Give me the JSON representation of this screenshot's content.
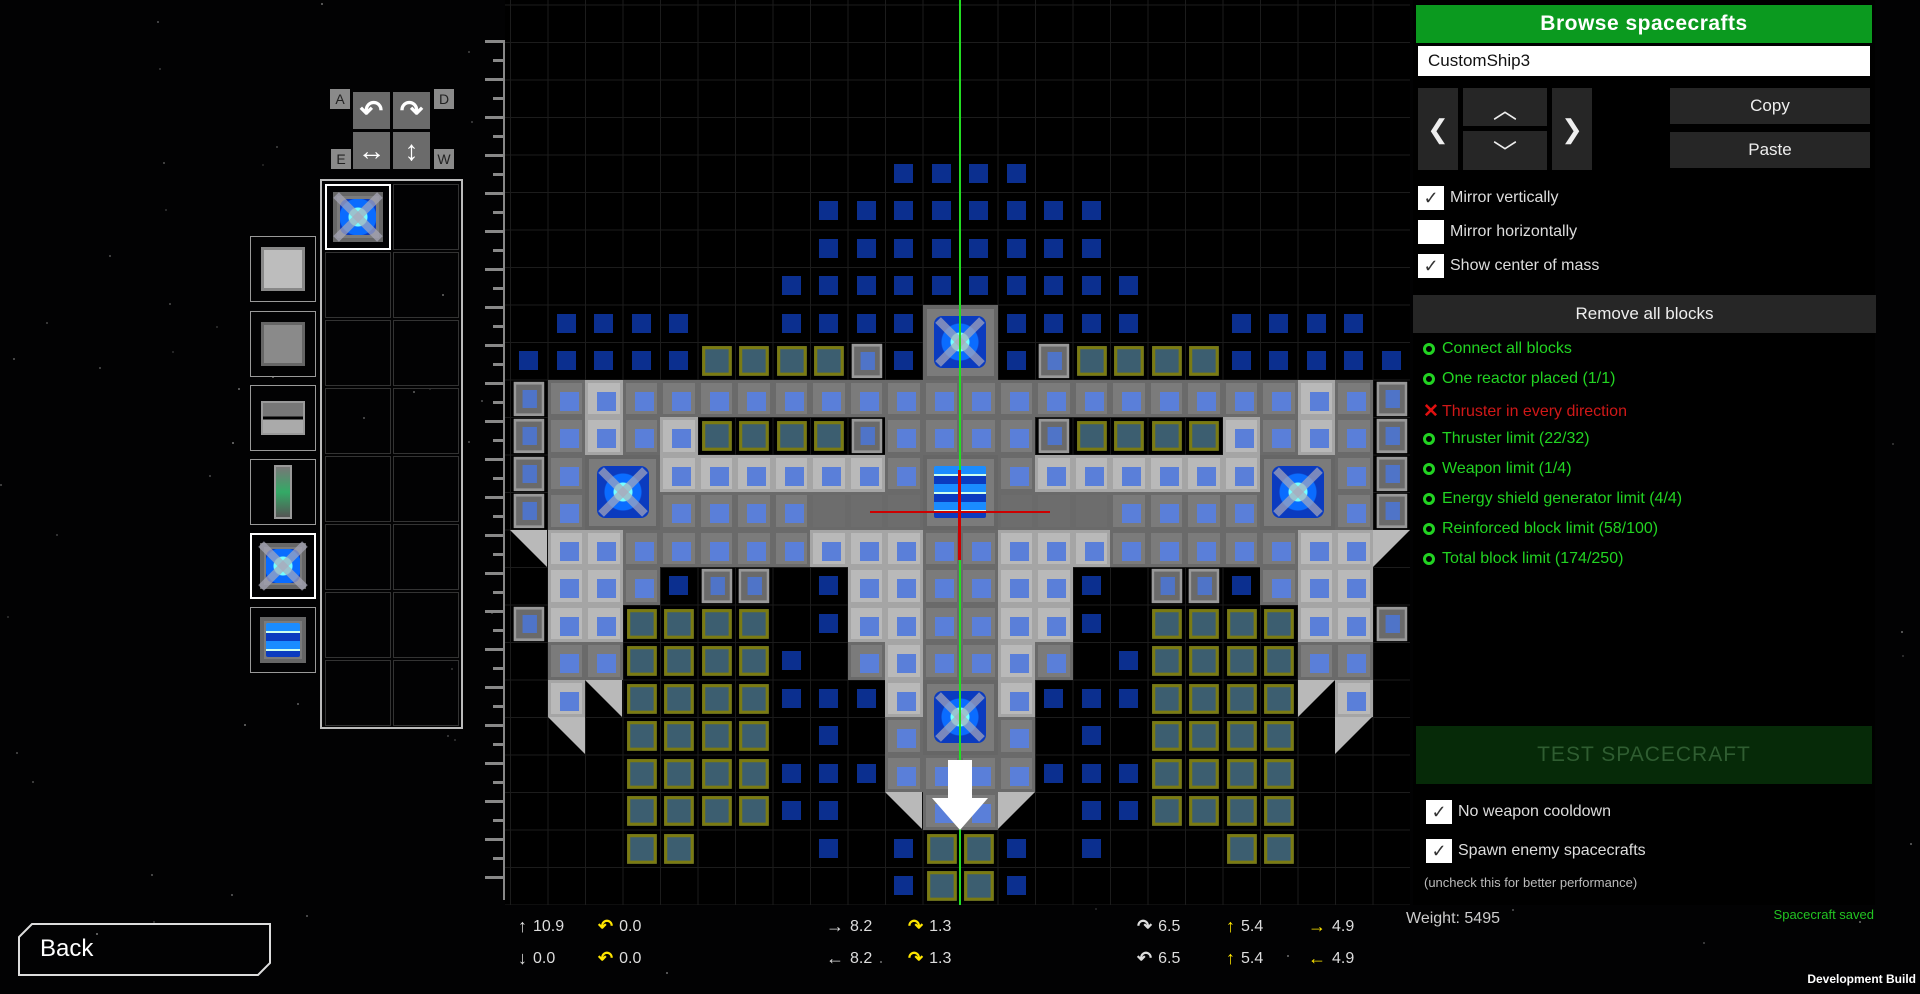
{
  "editor": {
    "rotate_keys": {
      "rotate_left": "A",
      "rotate_right": "D",
      "flip_horizontal": "E",
      "flip_vertical": "W"
    },
    "palette": [
      "armor-block",
      "reinforced-block",
      "thruster",
      "weapon",
      "energy-shield-generator",
      "reactor"
    ],
    "palette_selected": 4
  },
  "panel": {
    "browse_label": "Browse spacecrafts",
    "ship_name": "CustomShip3",
    "copy_label": "Copy",
    "paste_label": "Paste",
    "options": [
      {
        "label": "Mirror vertically",
        "checked": true
      },
      {
        "label": "Mirror horizontally",
        "checked": false
      },
      {
        "label": "Show center of mass",
        "checked": true
      }
    ],
    "remove_all_label": "Remove all blocks",
    "requirements": [
      {
        "label": "Connect all blocks",
        "ok": true
      },
      {
        "label": "One reactor placed (1/1)",
        "ok": true
      },
      {
        "label": "Thruster in every direction",
        "ok": false
      },
      {
        "label": "Thruster limit (22/32)",
        "ok": true
      },
      {
        "label": "Weapon limit (1/4)",
        "ok": true
      },
      {
        "label": "Energy shield generator limit (4/4)",
        "ok": true
      },
      {
        "label": "Reinforced block limit (58/100)",
        "ok": true
      },
      {
        "label": "Total block limit (174/250)",
        "ok": true
      }
    ],
    "test_label": "TEST SPACECRAFT",
    "test_options": [
      {
        "label": "No weapon cooldown",
        "checked": true
      },
      {
        "label": "Spawn enemy spacecrafts",
        "checked": true
      }
    ],
    "perf_note": "(uncheck this for better performance)"
  },
  "stats": {
    "forward": "10.9",
    "backward": "0.0",
    "forward_rot": "0.0",
    "backward_rot": "0.0",
    "right": "8.2",
    "left": "8.2",
    "right_rot": "1.3",
    "left_rot": "1.3",
    "rot_cw": "6.5",
    "rot_ccw": "6.5",
    "up_a": "5.4",
    "up_b": "5.4",
    "strafe_r": "4.9",
    "strafe_l": "4.9",
    "weight": "Weight: 5495",
    "saved": "Spacecraft saved"
  },
  "back_label": "Back",
  "build_label": "Development Build",
  "colors": {
    "accent": "#0b9a1f",
    "ok": "#22d322",
    "error": "#d01818"
  }
}
